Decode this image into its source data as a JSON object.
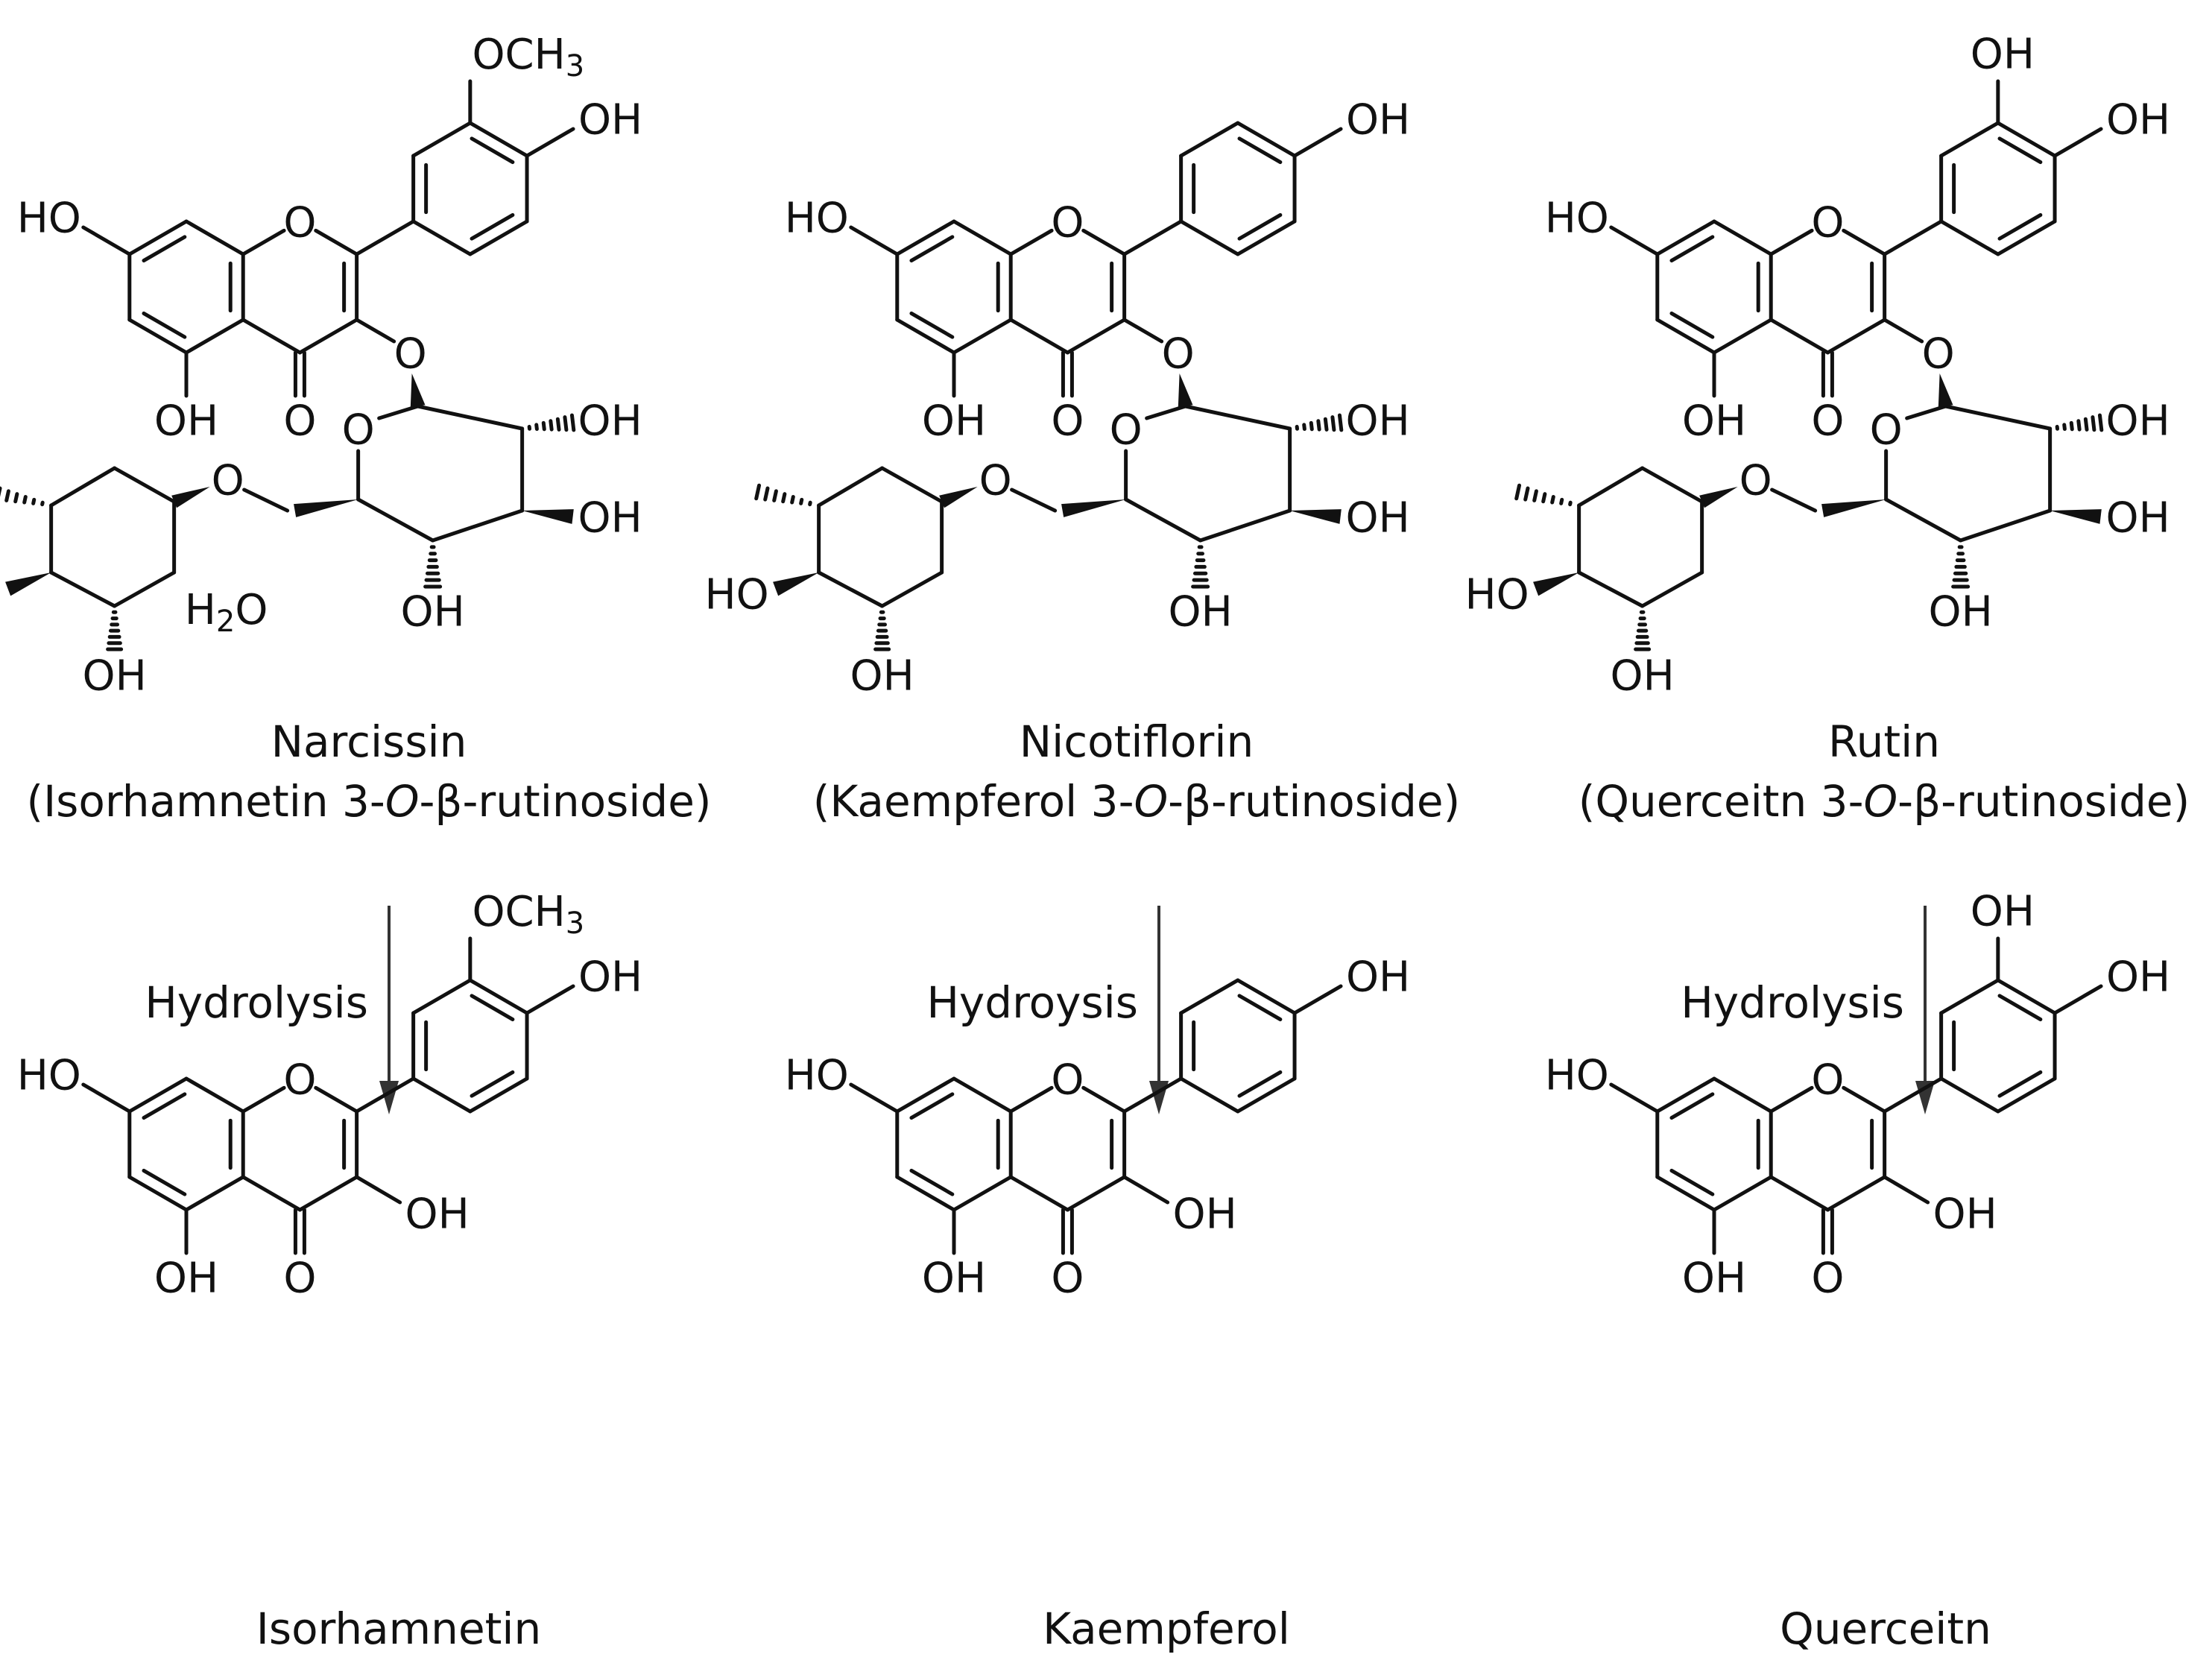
{
  "atoms": {
    "OH": "OH",
    "HO": "HO",
    "O": "O",
    "OCH": "OCH",
    "three": "3",
    "H": "H",
    "two": "2"
  },
  "columns": [
    {
      "glycoside_name": "Narcissin",
      "glycoside_desc_pre": "(Isorhamnetin 3-",
      "glycoside_desc_o": "O",
      "glycoside_desc_post": "-β-rutinoside)",
      "reaction_label": "Hydrolysis",
      "aglycone_name": "Isorhamnetin",
      "b_ring": "3'-OCH3, 4'-OH",
      "has_water": true
    },
    {
      "glycoside_name": "Nicotiflorin",
      "glycoside_desc_pre": "(Kaempferol 3-",
      "glycoside_desc_o": "O",
      "glycoside_desc_post": "-β-rutinoside)",
      "reaction_label": "Hydroysis",
      "aglycone_name": "Kaempferol",
      "b_ring": "4'-OH",
      "has_water": false
    },
    {
      "glycoside_name": "Rutin",
      "glycoside_desc_pre": "(Querceitn 3-",
      "glycoside_desc_o": "O",
      "glycoside_desc_post": "-β-rutinoside)",
      "reaction_label": "Hydrolysis",
      "aglycone_name": "Querceitn",
      "b_ring": "3'-OH, 4'-OH",
      "has_water": false
    }
  ]
}
